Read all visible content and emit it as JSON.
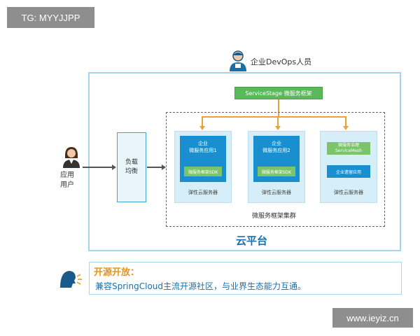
{
  "watermarks": {
    "top": "TG: MYYJJPP",
    "bottom": "www.ieyiz.cn"
  },
  "devops": {
    "label": "企业DevOps人员"
  },
  "service_stage": {
    "label": "ServiceStage 微服务框架"
  },
  "load_balancer": {
    "line1": "负载",
    "line2": "均衡"
  },
  "app_user": {
    "line1": "应用",
    "line2": "用户"
  },
  "servers": [
    {
      "app": "企业\n微服务应用1",
      "component": "微服务框架SDK",
      "label": "弹性云服务器"
    },
    {
      "app": "企业\n微服务应用2",
      "component": "微服务框架SDK",
      "label": "弹性云服务器"
    },
    {
      "top_component": "微服务治理\nServiceMesh",
      "component": "企业遗留应用",
      "label": "弹性云服务器"
    }
  ],
  "cluster": {
    "label": "微服务框架集群"
  },
  "platform": {
    "label": "云平台"
  },
  "open_source": {
    "title": "开源开放：",
    "text": "兼容SpringCloud主流开源社区，与业界生态能力互通。"
  },
  "colors": {
    "accent_blue": "#1a8fcf",
    "green": "#5cb85c",
    "orange": "#e8a33c",
    "border": "#a8d4ea"
  }
}
